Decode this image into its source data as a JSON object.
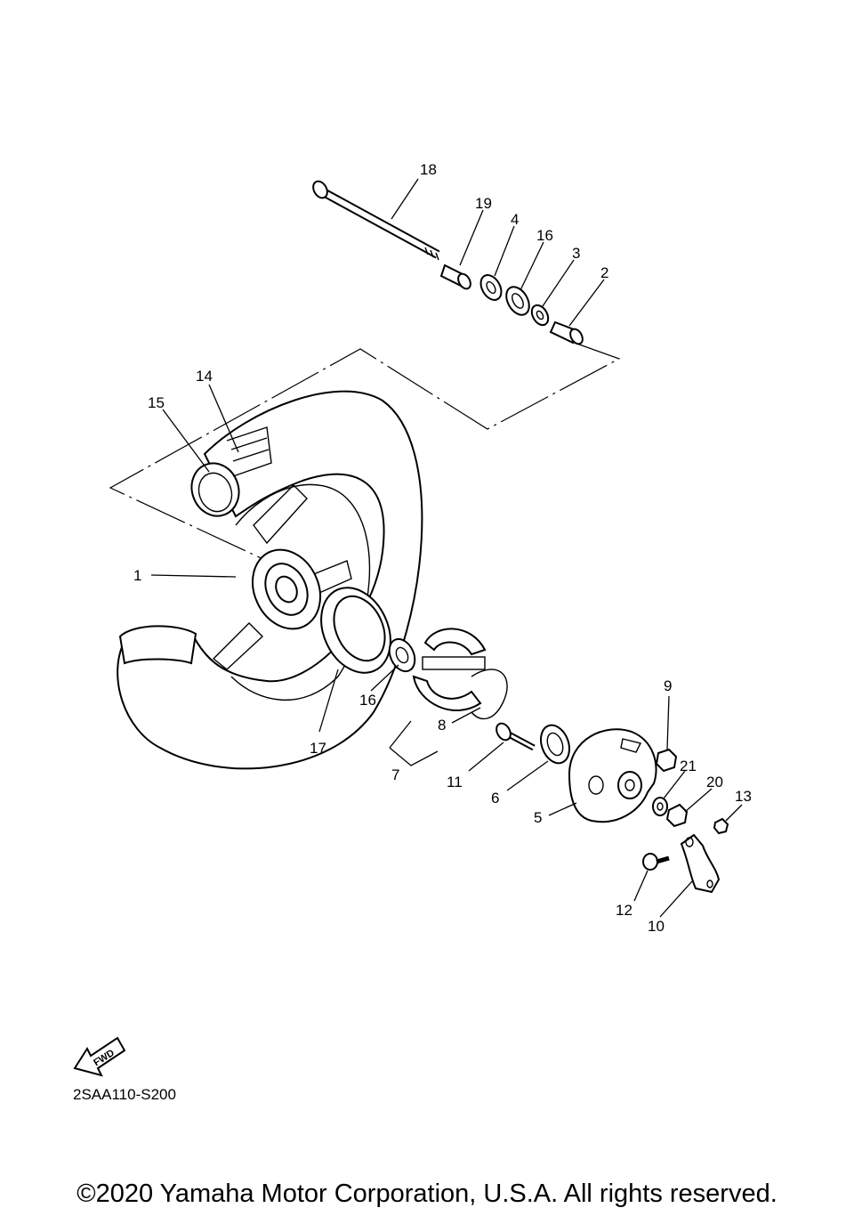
{
  "diagram": {
    "fwd_label": "FWD",
    "code": "2SAA110-S200",
    "copyright": "©2020 Yamaha Motor Corporation, U.S.A. All rights reserved.",
    "callouts": {
      "p1": "1",
      "p2": "2",
      "p3": "3",
      "p4": "4",
      "p5": "5",
      "p6": "6",
      "p7": "7",
      "p8": "8",
      "p9": "9",
      "p10": "10",
      "p11": "11",
      "p12": "12",
      "p13": "13",
      "p14": "14",
      "p15": "15",
      "p16a": "16",
      "p16b": "16",
      "p17": "17",
      "p18": "18",
      "p19": "19",
      "p20": "20",
      "p21": "21"
    }
  }
}
